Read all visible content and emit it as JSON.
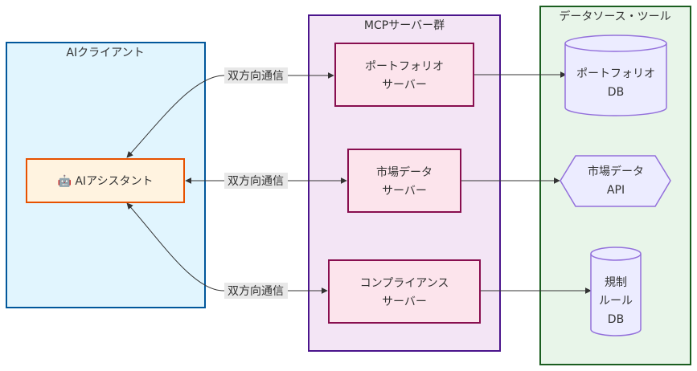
{
  "clusters": {
    "client": {
      "title": "AIクライアント",
      "fill": "#e1f5fe",
      "stroke": "#01579b"
    },
    "servers": {
      "title": "MCPサーバー群",
      "fill": "#f3e5f5",
      "stroke": "#4a148c"
    },
    "sources": {
      "title": "データソース・ツール",
      "fill": "#e8f5e9",
      "stroke": "#1b5e20"
    }
  },
  "nodes": {
    "assistant": {
      "icon": "🤖",
      "label": "AIアシスタント",
      "fill": "#fff3e0",
      "stroke": "#e65100"
    },
    "portfolio_server": {
      "line1": "ポートフォリオ",
      "line2": "サーバー"
    },
    "market_server": {
      "line1": "市場データ",
      "line2": "サーバー"
    },
    "compliance_server": {
      "line1": "コンプライアンス",
      "line2": "サーバー"
    },
    "portfolio_db": {
      "line1": "ポートフォリオ",
      "line2": "DB"
    },
    "market_api": {
      "line1": "市場データ",
      "line2": "API"
    },
    "rules_db": {
      "line1": "規制",
      "line2": "ルール",
      "line3": "DB"
    }
  },
  "server_style": {
    "fill": "#fce4ec",
    "stroke": "#880e4f"
  },
  "source_style": {
    "fill": "#ececff",
    "stroke": "#9370db"
  },
  "edges": {
    "label": "双方向通信"
  }
}
